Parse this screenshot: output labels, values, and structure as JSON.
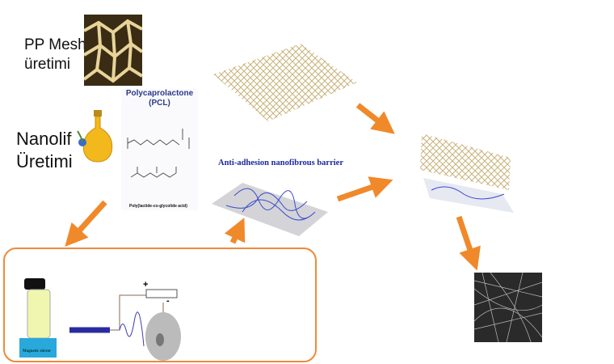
{
  "labels": {
    "pp_mesh_line1": "PP Mesh",
    "pp_mesh_line2": "üretimi",
    "nanofiber_line1": "Nanolif",
    "nanofiber_line2": "Üretimi"
  },
  "polymers": {
    "pcl_title_line1": "Polycaprolactone",
    "pcl_title_line2": "(PCL)",
    "plga_caption": "Poly(lactide-co-glycolide acid)"
  },
  "barrier_title": "Anti-adhesion nanofibrous barrier",
  "electrospinning": {
    "stirrer_label": "Magnetic stirrer",
    "plus": "+",
    "minus": "-"
  },
  "colors": {
    "arrow": "#f0892a",
    "box_border": "#ee8a3a",
    "fiber": "#3a4ac8"
  }
}
